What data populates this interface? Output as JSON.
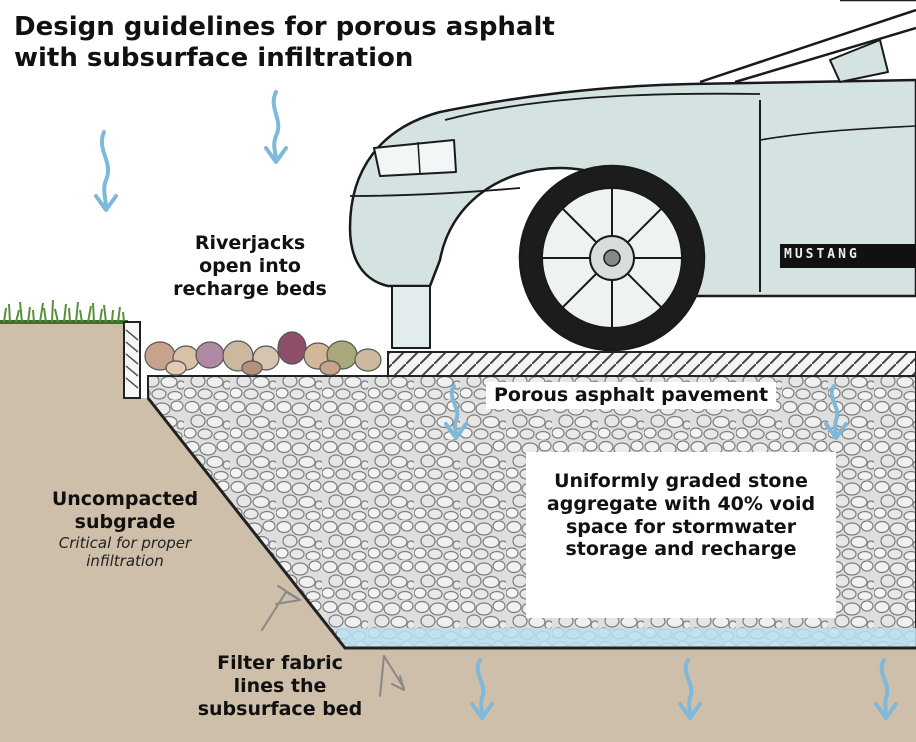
{
  "title": {
    "line1": "Design guidelines for porous asphalt",
    "line2": "with subsurface infiltration"
  },
  "labels": {
    "riverjacks": [
      "Riverjacks",
      "open into",
      "recharge beds"
    ],
    "pavement": "Porous asphalt pavement",
    "aggregate": [
      "Uniformly graded stone",
      "aggregate with 40% void",
      "space for stormwater",
      "storage and recharge"
    ],
    "subgrade": {
      "heading": [
        "Uncompacted",
        "subgrade"
      ],
      "note": [
        "Critical for proper",
        "infiltration"
      ]
    },
    "filter_fabric": [
      "Filter fabric",
      "lines the",
      "subsurface bed"
    ]
  },
  "car": {
    "badge": "MUSTANG"
  },
  "colors": {
    "soil": "#cdbfa9",
    "stone_fill": "#e8e8e8",
    "stone_outline": "#8a8a8a",
    "water_arrow": "#7fb8d8",
    "water_band": "#b9dff0",
    "car_body": "#d4e2e2",
    "asphalt_hatch": "#333333",
    "grass": "#5a8f3a"
  },
  "icons": [
    "rain-arrow-icon",
    "infiltration-arrow-icon",
    "pointer-arrow-icon",
    "curb-icon",
    "grass-icon",
    "riverjack-stones-icon",
    "car-icon"
  ]
}
